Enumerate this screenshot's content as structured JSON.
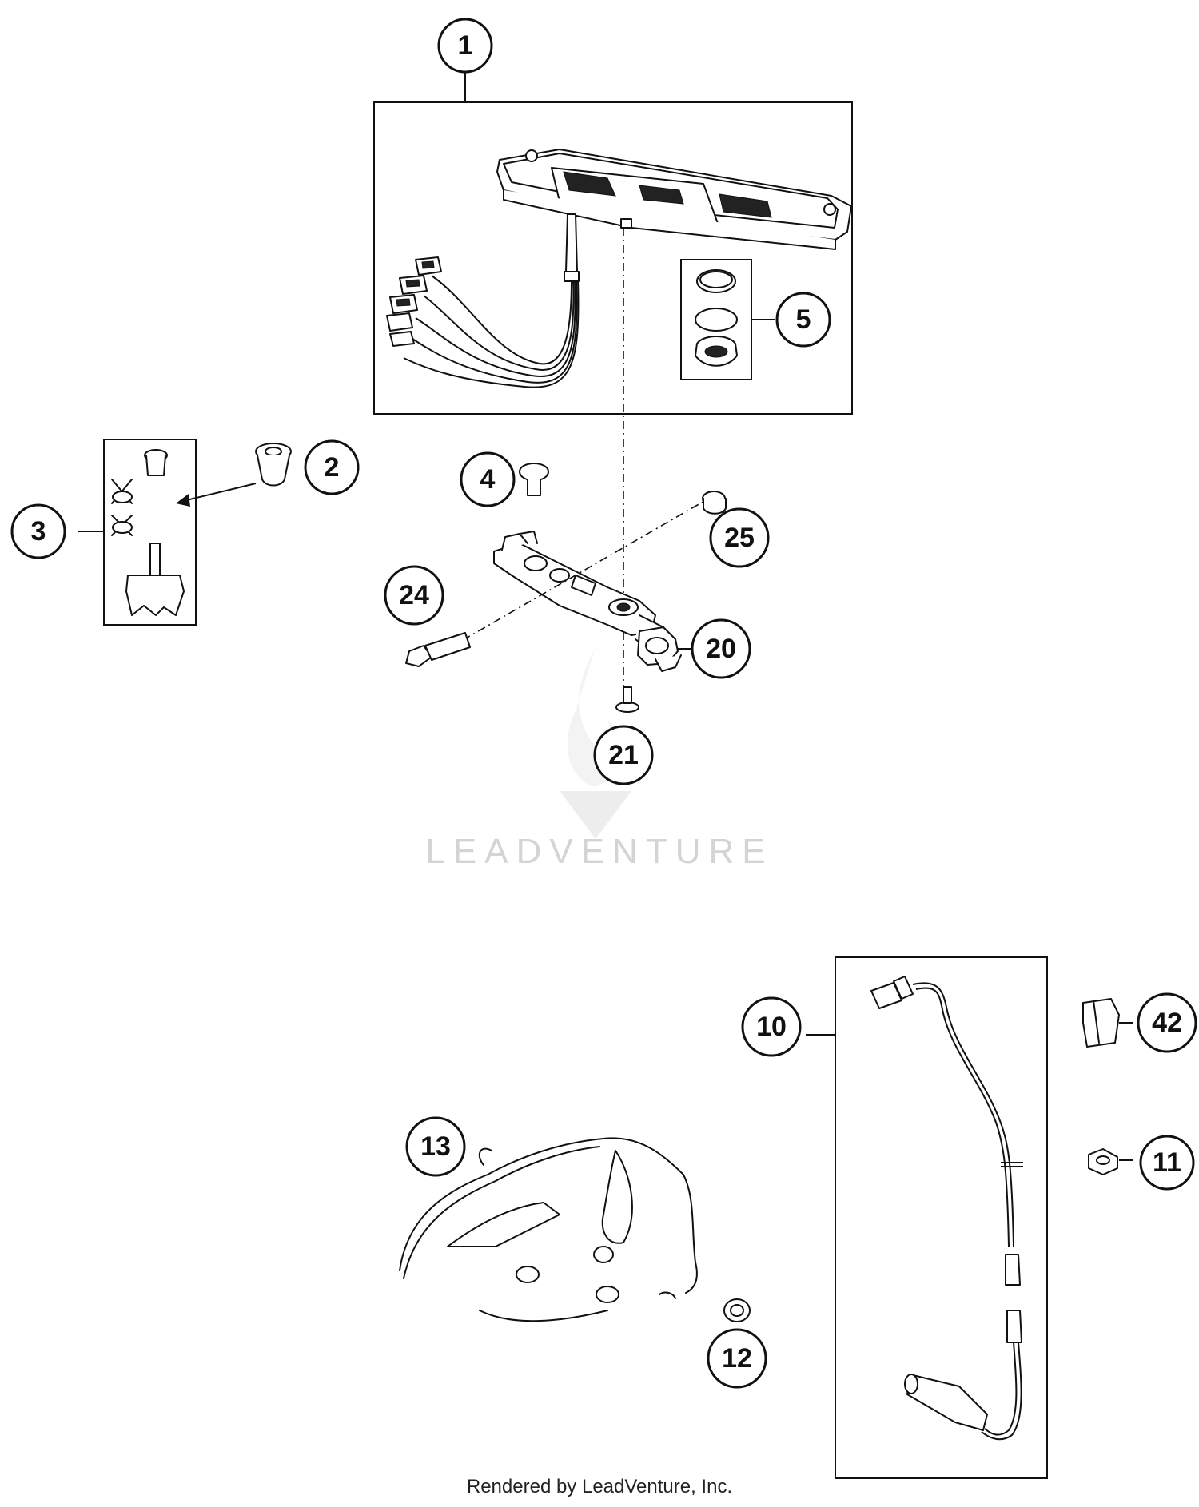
{
  "callouts": [
    {
      "id": "c1",
      "label": "1"
    },
    {
      "id": "c2",
      "label": "2"
    },
    {
      "id": "c3",
      "label": "3"
    },
    {
      "id": "c4",
      "label": "4"
    },
    {
      "id": "c5",
      "label": "5"
    },
    {
      "id": "c10",
      "label": "10"
    },
    {
      "id": "c11",
      "label": "11"
    },
    {
      "id": "c12",
      "label": "12"
    },
    {
      "id": "c13",
      "label": "13"
    },
    {
      "id": "c20",
      "label": "20"
    },
    {
      "id": "c21",
      "label": "21"
    },
    {
      "id": "c24",
      "label": "24"
    },
    {
      "id": "c25",
      "label": "25"
    },
    {
      "id": "c42",
      "label": "42"
    }
  ],
  "watermark": {
    "text": "LEADVENTURE"
  },
  "footer": {
    "text": "Rendered by LeadVenture, Inc."
  }
}
